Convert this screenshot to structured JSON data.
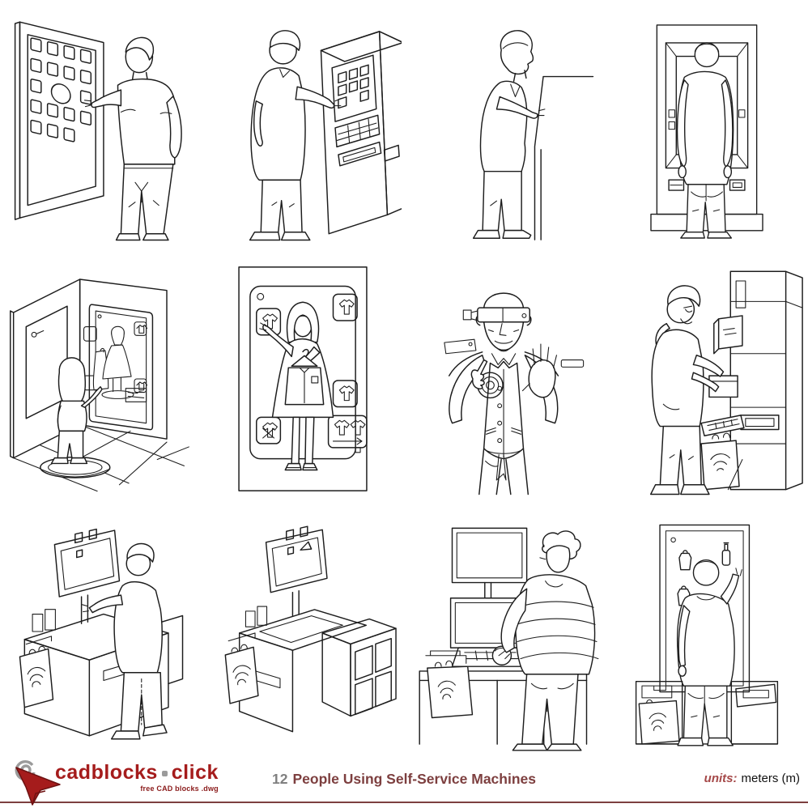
{
  "footer": {
    "logo": {
      "brand_primary": "cadblocks",
      "brand_secondary": "click",
      "tagline": "free CAD blocks .dwg"
    },
    "title": {
      "count": "12",
      "text": "People Using Self-Service Machines"
    },
    "units": {
      "label": "units:",
      "value": "meters (m)"
    },
    "colors": {
      "brand_red": "#a51c1c",
      "title_maroon": "#7d3f3f",
      "count_gray": "#7f7f7f",
      "rule_maroon": "#7d3f3f",
      "text_black": "#111111"
    }
  },
  "figures": [
    {
      "name": "man-using-wall-touchscreen",
      "description": "Man tapping app icons on a large wall-mounted touchscreen"
    },
    {
      "name": "man-using-atm",
      "description": "Man operating a freestanding ATM machine"
    },
    {
      "name": "businessman-at-terminal-side",
      "description": "Side view of a businessman touching a self-service terminal"
    },
    {
      "name": "man-at-wall-atm-back",
      "description": "Back view of a man using a wall-recessed ATM"
    },
    {
      "name": "woman-virtual-fitting-room",
      "description": "Woman on a turntable using a smart mirror in a corner fitting room"
    },
    {
      "name": "woman-virtual-wardrobe-screen",
      "description": "Woman choosing clothes on a full-height touchscreen"
    },
    {
      "name": "man-ar-smart-glasses",
      "description": "Older man interacting with an AR interface wearing smart glasses"
    },
    {
      "name": "man-parcel-locker",
      "description": "Man collecting a parcel from an automated locker machine"
    },
    {
      "name": "man-self-checkout-isometric",
      "description": "Isometric view of a man using a self-checkout station"
    },
    {
      "name": "self-checkout-machine",
      "description": "Isometric self-checkout machine with bagging area and shelves"
    },
    {
      "name": "man-scanning-self-checkout",
      "description": "Man scanning an item at a dual-screen self-checkout"
    },
    {
      "name": "man-tall-kiosk-back",
      "description": "Back view of a man using a tall touchscreen kiosk with card reader"
    }
  ]
}
